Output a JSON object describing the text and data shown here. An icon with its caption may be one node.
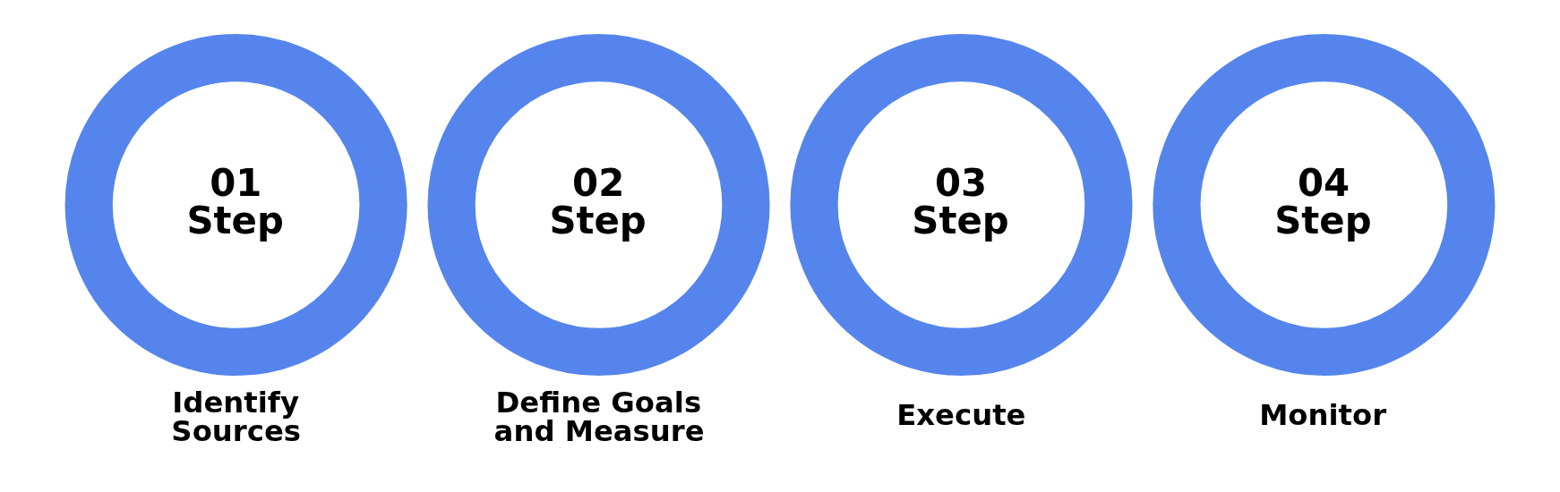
{
  "diagram": {
    "nodes": [
      {
        "text": [
          "01",
          "Step"
        ],
        "beside": [
          "Identify Sources"
        ]
      },
      {
        "text": [
          "02",
          "Step"
        ],
        "beside": [
          "Define Goals and Measure"
        ]
      },
      {
        "text": [
          "03",
          "Step"
        ],
        "beside": [
          "Execute"
        ]
      },
      {
        "text": [
          "04",
          "Step"
        ],
        "beside": [
          "Monitor"
        ]
      }
    ]
  }
}
